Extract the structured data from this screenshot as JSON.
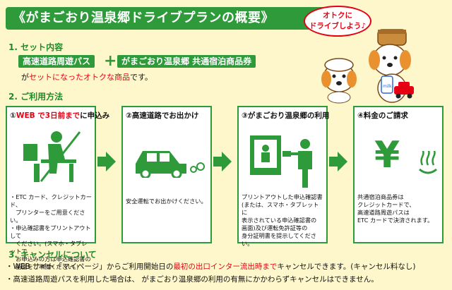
{
  "header": {
    "title": "《がまごおり温泉郷ドライブプランの概要》",
    "bubble_line1": "オトクに",
    "bubble_line2": "ドライブしよう♪"
  },
  "section1": {
    "heading": "1. セット内容",
    "chip1": "高速道路周遊パス",
    "plus": "+",
    "chip2": "がまごおり温泉郷 共通宿泊商品券",
    "desc_prefix": "が",
    "desc_highlight": "セットになったオトクな商品",
    "desc_suffix": "です。"
  },
  "section2": {
    "heading": "2. ご利用方法",
    "steps": [
      {
        "title_prefix": "①",
        "title_red": "WEB で3日前まで",
        "title_suffix": "に申込み",
        "lines": [
          "・ETC カード、クレジットカード、",
          "　プリンターをご用意ください。",
          "・申込確認書をプリントアウトして",
          "　ください。(スマホ・タブレットで",
          "　お申込みの方は申込確認書の",
          "　画面をご準備ください。)"
        ]
      },
      {
        "title_prefix": "②",
        "title_red": "",
        "title_suffix": "高速道路でお出かけ",
        "lines": [
          "安全運転でお出かけください。"
        ]
      },
      {
        "title_prefix": "③",
        "title_red": "",
        "title_suffix": "がまごおり温泉郷の利用",
        "lines": [
          "プリントアウトした申込確認書",
          "(または、スマホ・タブレットに",
          "表示されている申込確認書の",
          "画面)及び運転免許証等の",
          "身分証明書を提示してください。"
        ]
      },
      {
        "title_prefix": "④",
        "title_red": "",
        "title_suffix": "料金のご請求",
        "lines": [
          "共通宿泊商品券は",
          "クレジットカードで、",
          "高速道路周遊パスは",
          "ETC カードで決済されます。"
        ]
      }
    ]
  },
  "section3": {
    "heading": "3. キャンセルについて",
    "line1_prefix": "・WEB サイト「マイページ」からご利用開始日の",
    "line1_red": "最初の出口インター流出時まで",
    "line1_suffix": "キャンセルできます。(キャンセル料なし)",
    "line2": "・高速道路周遊パスを利用した場合は、 がまごおり温泉郷の利用の有無にかかわらずキャンセルはできません。"
  },
  "icons": {
    "yen_symbol": "¥",
    "mascot_label": "milk"
  },
  "colors": {
    "brand_green": "#2E9A3A",
    "accent_red": "#E60012",
    "background": "#FFF7CC"
  }
}
